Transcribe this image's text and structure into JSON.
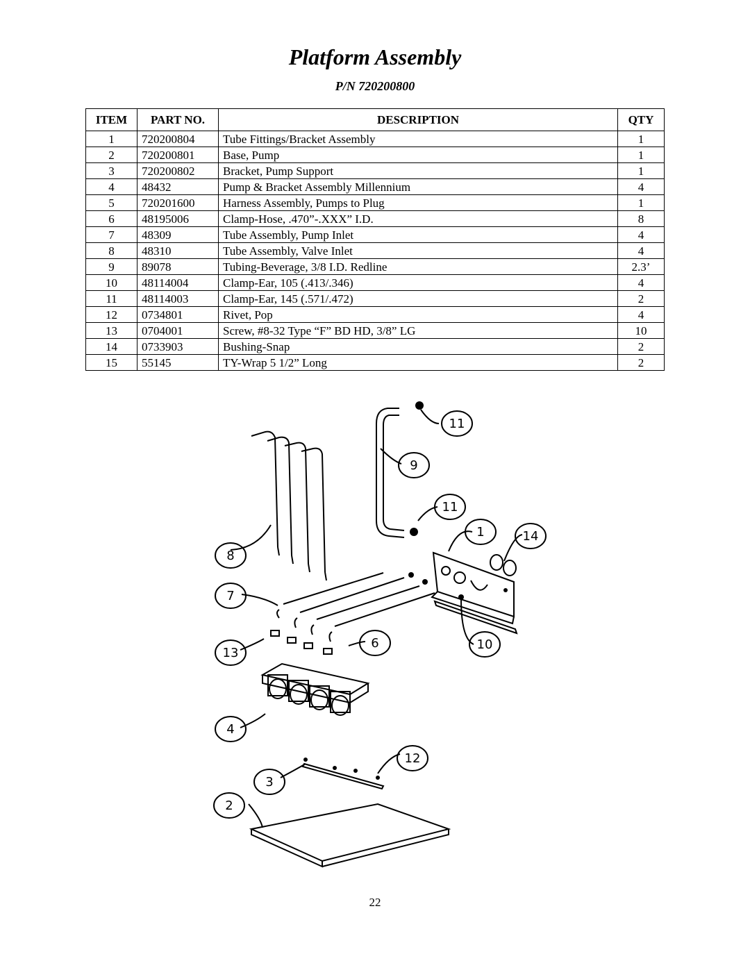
{
  "title": "Platform Assembly",
  "part_number": "P/N 720200800",
  "table": {
    "headers": {
      "item": "ITEM",
      "part_no": "PART NO.",
      "description": "DESCRIPTION",
      "qty": "QTY"
    },
    "rows": [
      {
        "item": "1",
        "part_no": "720200804",
        "description": "Tube Fittings/Bracket Assembly",
        "qty": "1"
      },
      {
        "item": "2",
        "part_no": "720200801",
        "description": "Base, Pump",
        "qty": "1"
      },
      {
        "item": "3",
        "part_no": "720200802",
        "description": "Bracket, Pump Support",
        "qty": "1"
      },
      {
        "item": "4",
        "part_no": "48432",
        "description": "Pump & Bracket Assembly Millennium",
        "qty": "4"
      },
      {
        "item": "5",
        "part_no": "720201600",
        "description": "Harness Assembly, Pumps to Plug",
        "qty": "1"
      },
      {
        "item": "6",
        "part_no": "48195006",
        "description": "Clamp-Hose, .470”-.XXX” I.D.",
        "qty": "8"
      },
      {
        "item": "7",
        "part_no": "48309",
        "description": "Tube Assembly, Pump Inlet",
        "qty": "4"
      },
      {
        "item": "8",
        "part_no": "48310",
        "description": "Tube Assembly, Valve Inlet",
        "qty": "4"
      },
      {
        "item": "9",
        "part_no": "89078",
        "description": "Tubing-Beverage, 3/8 I.D. Redline",
        "qty": "2.3’"
      },
      {
        "item": "10",
        "part_no": "48114004",
        "description": "Clamp-Ear, 105 (.413/.346)",
        "qty": "4"
      },
      {
        "item": "11",
        "part_no": "48114003",
        "description": "Clamp-Ear, 145 (.571/.472)",
        "qty": "2"
      },
      {
        "item": "12",
        "part_no": "0734801",
        "description": "Rivet, Pop",
        "qty": "4"
      },
      {
        "item": "13",
        "part_no": "0704001",
        "description": "Screw, #8-32 Type “F” BD HD, 3/8” LG",
        "qty": "10"
      },
      {
        "item": "14",
        "part_no": "0733903",
        "description": "Bushing-Snap",
        "qty": "2"
      },
      {
        "item": "15",
        "part_no": "55145",
        "description": "TY-Wrap 5 1/2” Long",
        "qty": "2"
      }
    ]
  },
  "callouts": [
    "11",
    "9",
    "11",
    "1",
    "14",
    "8",
    "7",
    "10",
    "6",
    "13",
    "4",
    "12",
    "3",
    "2"
  ],
  "page_number": "22"
}
